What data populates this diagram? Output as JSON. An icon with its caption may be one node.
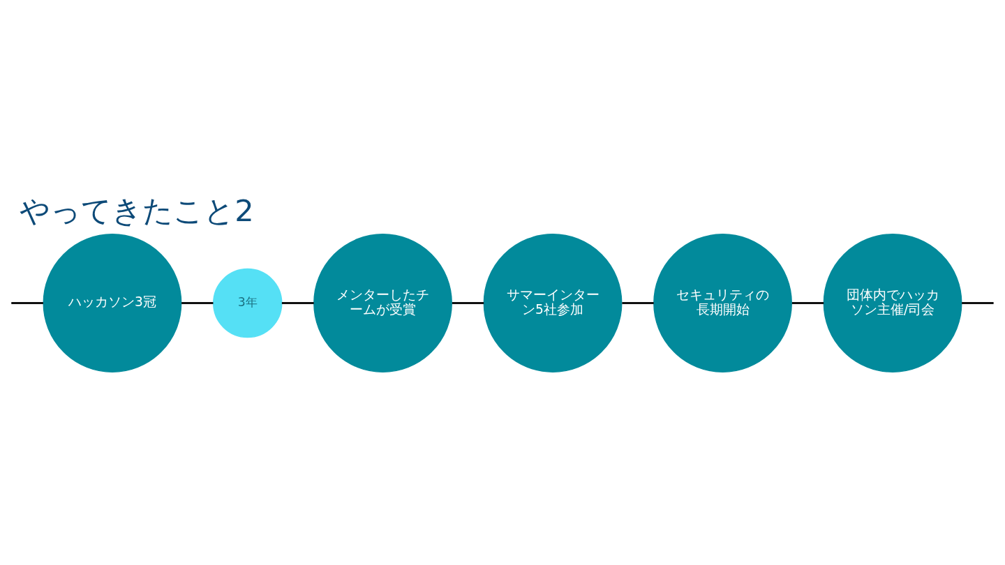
{
  "diagram": {
    "title": "やってきたこと2",
    "nodes": [
      {
        "text": [
          "ハッカソン3冠"
        ]
      },
      {
        "text": [
          "3年"
        ]
      },
      {
        "text": [
          "メンターしたチームが受賞"
        ]
      },
      {
        "text": [
          "サマーインターン5社参加"
        ]
      },
      {
        "text": [
          "セキュリティの長期開始"
        ]
      },
      {
        "text": [
          "団体内でハッカソン主催/司会"
        ]
      }
    ],
    "edges": [
      {
        "from": null,
        "to": 0,
        "arrow": "none"
      },
      {
        "from": 0,
        "to": 1,
        "arrow": "none"
      },
      {
        "from": 1,
        "to": 2,
        "arrow": "none"
      },
      {
        "from": 2,
        "to": 3,
        "arrow": "none"
      },
      {
        "from": 3,
        "to": 4,
        "arrow": "none"
      },
      {
        "from": 4,
        "to": 5,
        "arrow": "none"
      },
      {
        "from": 5,
        "to": null,
        "arrow": "none"
      }
    ]
  }
}
